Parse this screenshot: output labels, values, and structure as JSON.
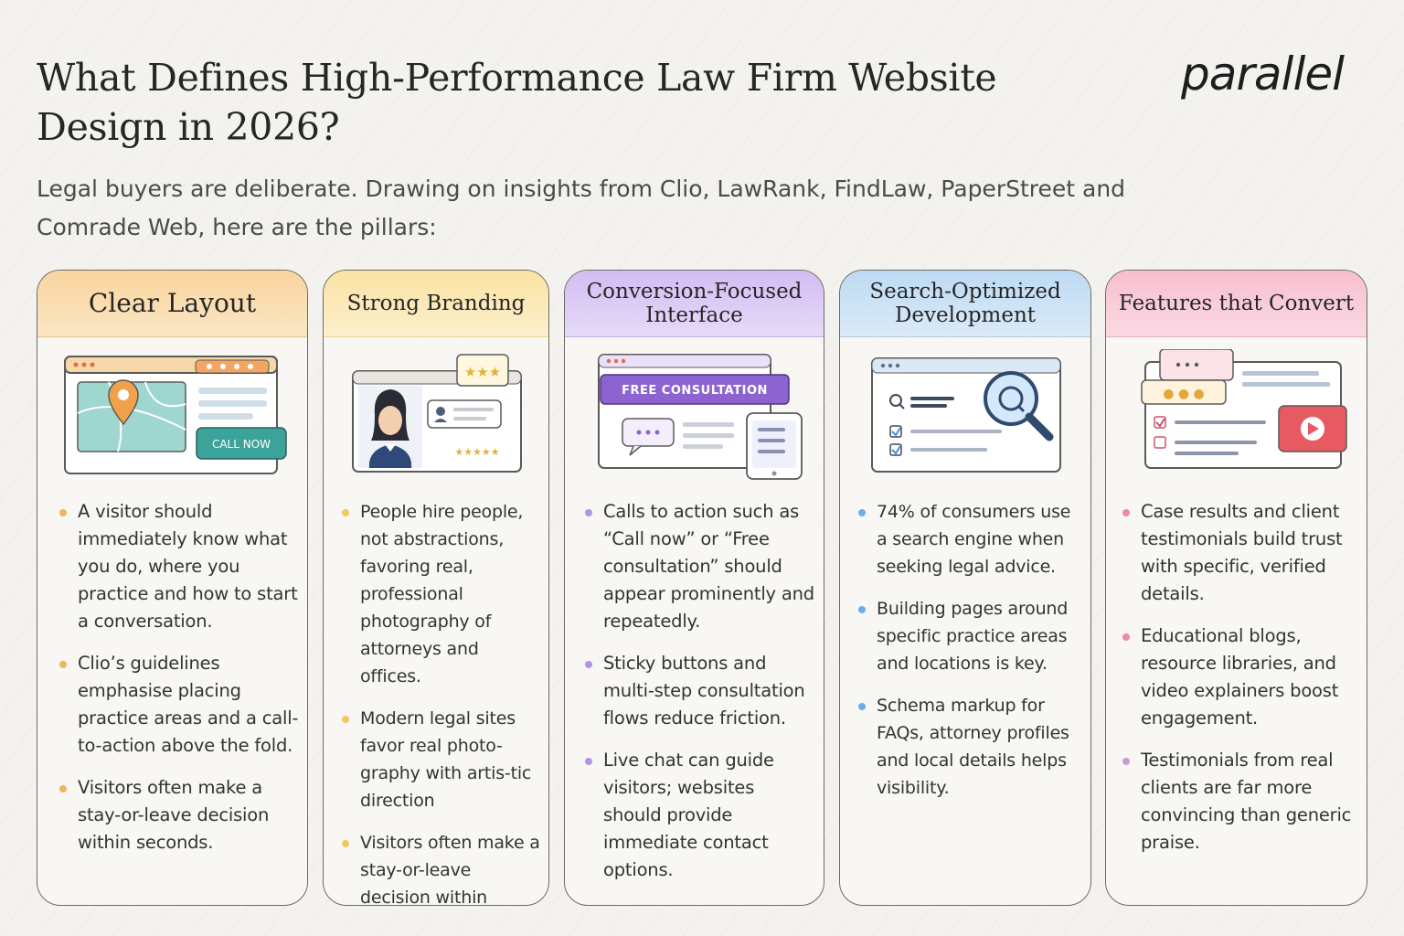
{
  "header": {
    "title": "What Defines High-Performance Law Firm Website Design in 2026?",
    "subtitle": "Legal buyers are deliberate. Drawing on insights from Clio, LawRank, FindLaw, PaperStreet and Comrade Web, here are the pillars:",
    "logo": "parallel"
  },
  "cards": [
    {
      "title": "Clear Layout",
      "accent": "#f0b45c",
      "illustration": {
        "button_label": "CALL NOW",
        "icons": [
          "map-pin-icon",
          "browser-window-icon"
        ]
      },
      "points": [
        "A visitor should immediately know what you do, where you practice and how to start a conversation.",
        "Clio’s guidelines emphasise placing practice areas and a call-to-action above the fold.",
        "Visitors often make a stay-or-leave decision within seconds."
      ]
    },
    {
      "title": "Strong Branding",
      "accent": "#f1c766",
      "illustration": {
        "icons": [
          "attorney-portrait-icon",
          "star-rating-icon",
          "profile-card-icon"
        ]
      },
      "points": [
        "People hire people, not abstractions, favoring real, professional photography of attorneys and offices.",
        "Modern legal sites favor real photo-graphy with artis-tic direction",
        "Visitors often make a stay-or-leave decision within seconds."
      ]
    },
    {
      "title": "Conversion-Focused Interface",
      "accent": "#b393e4",
      "illustration": {
        "button_label": "FREE CONSULTATION",
        "icons": [
          "chat-bubble-icon",
          "mobile-checklist-icon"
        ]
      },
      "points": [
        "Calls to action such as “Call now” or “Free consultation” should appear prominently and repeatedly.",
        "Sticky buttons and multi-step consultation flows reduce friction.",
        "Live chat can guide visitors; websites should provide immediate contact options."
      ]
    },
    {
      "title": "Search-Optimized Development",
      "accent": "#6daee8",
      "illustration": {
        "icons": [
          "magnifier-icon",
          "search-bar-icon",
          "checkbox-icon"
        ]
      },
      "points": [
        "74% of consumers use a search engine when seeking legal advice.",
        "Building pages around specific practice areas and locations is key.",
        "Schema markup for FAQs, attorney profiles and local details helps visibility."
      ]
    },
    {
      "title": "Features that Convert",
      "accent": "#ef8aa4",
      "illustration": {
        "icons": [
          "video-play-icon",
          "testimonial-card-icon",
          "checklist-icon"
        ]
      },
      "points": [
        "Case results and client testimonials build trust with specific, verified details.",
        "Educational blogs, resource libraries, and video explainers boost engagement.",
        "Testimonials from real clients are far more convincing than generic praise."
      ]
    }
  ]
}
